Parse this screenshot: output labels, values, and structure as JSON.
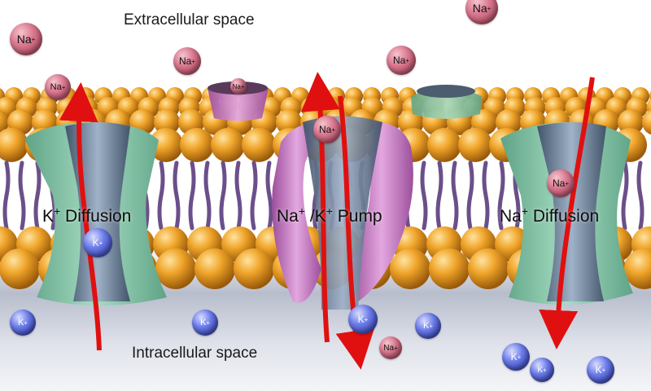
{
  "labels": {
    "extracellular": "Extracellular space",
    "intracellular": "Intracellular space",
    "k_diffusion": {
      "ion": "K",
      "charge": "+",
      "text": " Diffusion"
    },
    "pump": {
      "ion1": "Na",
      "charge1": "+",
      "sep": " /",
      "ion2": "K",
      "charge2": "+",
      "text": " Pump"
    },
    "na_diffusion": {
      "ion": "Na",
      "charge": "+",
      "text": " Diffusion"
    }
  },
  "ions": {
    "na_symbol": "Na",
    "k_symbol": "K",
    "charge": "+"
  },
  "colors": {
    "lipid_head": "#e89a1e",
    "lipid_tail": "#6b4f8a",
    "channel_green": "#86c4a6",
    "pump_purple": "#c97cc6",
    "arrow_red": "#e01010",
    "na_ion": "#d9788f",
    "k_ion": "#4a59d6"
  }
}
